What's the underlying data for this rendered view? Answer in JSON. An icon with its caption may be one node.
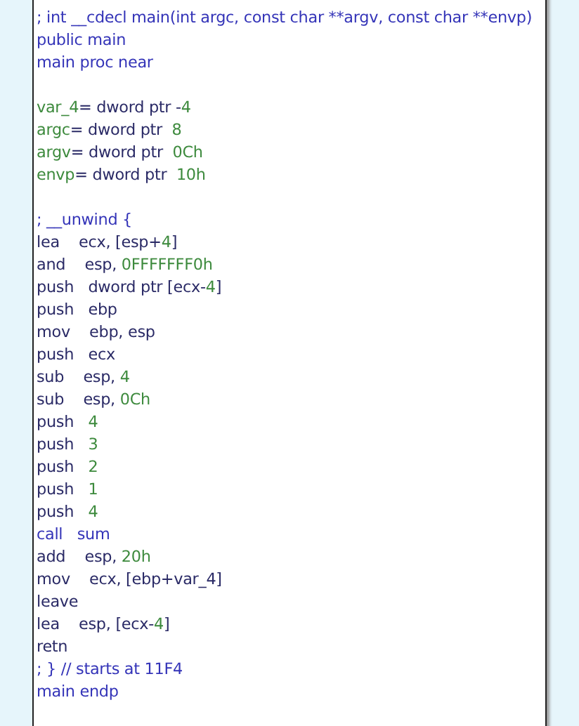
{
  "diagram": {
    "nodes": [
      {
        "text": [
          "; int __cdecl main(int argc, const char **argv, const char **envp)",
          "public main",
          "main proc near",
          "var_4= dword ptr -4",
          "argc= dword ptr  8",
          "argv= dword ptr  0Ch",
          "envp= dword ptr  10h",
          "; __unwind {",
          "lea    ecx, [esp+4]",
          "and    esp, 0FFFFFFF0h",
          "push   dword ptr [ecx-4]",
          "push   ebp",
          "mov    ebp, esp",
          "push   ecx",
          "sub    esp, 4",
          "sub    esp, 0Ch",
          "push   4",
          "push   3",
          "push   2",
          "push   1",
          "push   4",
          "call   sum",
          "add    esp, 20h",
          "mov    ecx, [ebp+var_4]",
          "leave",
          "lea    esp, [ecx-4]",
          "retn",
          "; } // starts at 11F4",
          "main endp"
        ]
      }
    ]
  }
}
